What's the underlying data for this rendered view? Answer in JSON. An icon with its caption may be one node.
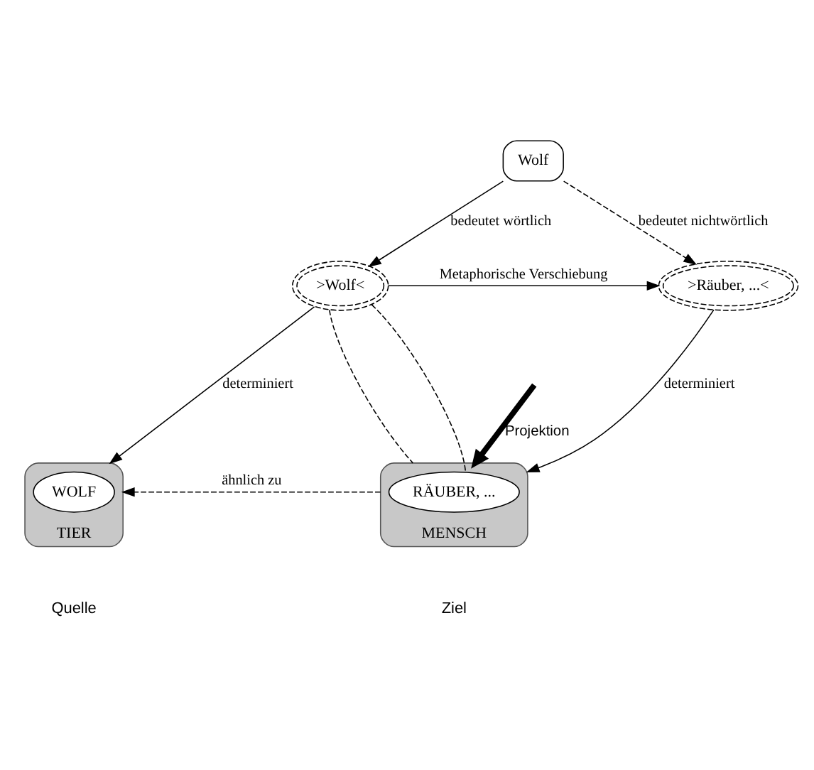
{
  "diagram": {
    "nodes": [
      {
        "text": [
          "Wolf"
        ]
      },
      {
        "text": [
          ">Wolf<"
        ]
      },
      {
        "text": [
          ">Räuber, ...<"
        ]
      },
      {
        "text": [
          "TIER"
        ],
        "beside": [
          "Quelle"
        ]
      },
      {
        "text": [
          "WOLF"
        ],
        "in": 3
      },
      {
        "text": [
          "MENSCH"
        ],
        "beside": [
          "Ziel"
        ]
      },
      {
        "text": [
          "RÄUBER, ..."
        ],
        "in": 5
      }
    ],
    "edges": [
      {
        "from": 0,
        "to": 1,
        "arrow": "to",
        "label": "bedeutet wörtlich"
      },
      {
        "from": 0,
        "to": 2,
        "arrow": "to",
        "label": "bedeutet nichtwörtlich",
        "style": "dashed"
      },
      {
        "from": 1,
        "to": 2,
        "arrow": "to",
        "label": "Metaphorische Verschiebung"
      },
      {
        "from": 1,
        "to": 3,
        "arrow": "to",
        "label": "determiniert"
      },
      {
        "from": 2,
        "to": 5,
        "arrow": "to",
        "label": "determiniert"
      },
      {
        "from": 1,
        "to": 5,
        "arrow": "none",
        "style": "dashed"
      },
      {
        "from": 1,
        "to": 6,
        "arrow": "none",
        "style": "dashed"
      },
      {
        "from": null,
        "to": 5,
        "arrow": "to",
        "label": "Projektion",
        "style": "thick"
      },
      {
        "from": 5,
        "to": 3,
        "arrow": "to",
        "label": "ähnlich zu",
        "style": "dashed"
      }
    ]
  }
}
